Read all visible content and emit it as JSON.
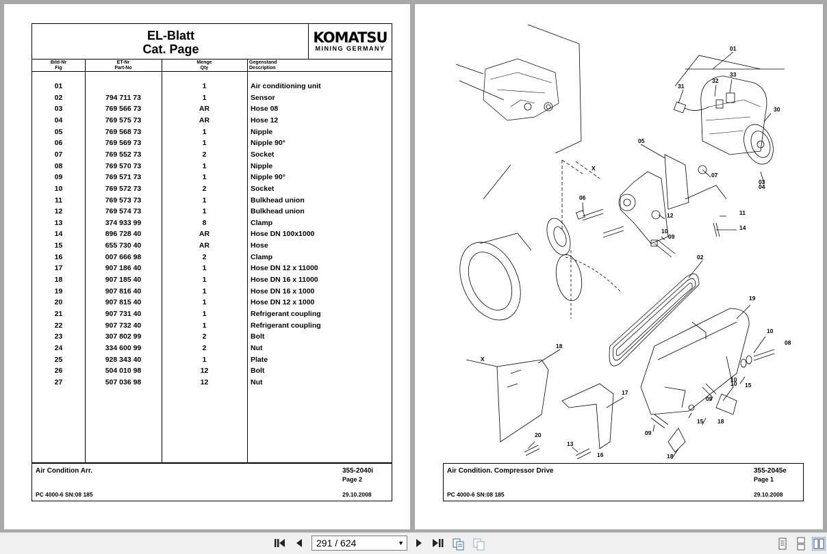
{
  "left_page": {
    "title_line1": "EL-Blatt",
    "title_line2": "Cat. Page",
    "logo": "KOMATSU",
    "logo_sub": "MINING GERMANY",
    "headers": {
      "fig_de": "Bild-Nr",
      "fig_en": "Fig",
      "part_de": "ET-Nr",
      "part_en": "Part-No",
      "qty_de": "Menge",
      "qty_en": "Qty",
      "desc_de": "Gegenstand",
      "desc_en": "Description"
    },
    "rows": [
      {
        "fig": "01",
        "part": "",
        "qty": "1",
        "desc": "Air conditioning unit"
      },
      {
        "fig": "02",
        "part": "794 711 73",
        "qty": "1",
        "desc": "Sensor"
      },
      {
        "fig": "03",
        "part": "769 566 73",
        "qty": "AR",
        "desc": "Hose 08"
      },
      {
        "fig": "04",
        "part": "769 575 73",
        "qty": "AR",
        "desc": "Hose 12"
      },
      {
        "fig": "05",
        "part": "769 568 73",
        "qty": "1",
        "desc": "Nipple"
      },
      {
        "fig": "06",
        "part": "769 569 73",
        "qty": "1",
        "desc": "Nipple 90°"
      },
      {
        "fig": "07",
        "part": "769 552 73",
        "qty": "2",
        "desc": "Socket"
      },
      {
        "fig": "08",
        "part": "769 570 73",
        "qty": "1",
        "desc": "Nipple"
      },
      {
        "fig": "09",
        "part": "769 571 73",
        "qty": "1",
        "desc": "Nipple 90°"
      },
      {
        "fig": "10",
        "part": "769 572 73",
        "qty": "2",
        "desc": "Socket"
      },
      {
        "fig": "11",
        "part": "769 573 73",
        "qty": "1",
        "desc": "Bulkhead union"
      },
      {
        "fig": "12",
        "part": "769 574 73",
        "qty": "1",
        "desc": "Bulkhead union"
      },
      {
        "fig": "13",
        "part": "374 933 99",
        "qty": "8",
        "desc": "Clamp"
      },
      {
        "fig": "14",
        "part": "896 728 40",
        "qty": "AR",
        "desc": "Hose DN 100x1000"
      },
      {
        "fig": "15",
        "part": "655 730 40",
        "qty": "AR",
        "desc": "Hose"
      },
      {
        "fig": "16",
        "part": "007 666 98",
        "qty": "2",
        "desc": "Clamp"
      },
      {
        "fig": "17",
        "part": "907 186 40",
        "qty": "1",
        "desc": "Hose DN 12 x 11000"
      },
      {
        "fig": "18",
        "part": "907 185 40",
        "qty": "1",
        "desc": "Hose DN 16 x 11000"
      },
      {
        "fig": "19",
        "part": "907 816 40",
        "qty": "1",
        "desc": "Hose DN 16 x 1000"
      },
      {
        "fig": "20",
        "part": "907 815 40",
        "qty": "1",
        "desc": "Hose DN 12 x 1000"
      },
      {
        "fig": "21",
        "part": "907 731 40",
        "qty": "1",
        "desc": "Refrigerant coupling"
      },
      {
        "fig": "22",
        "part": "907 732 40",
        "qty": "1",
        "desc": "Refrigerant coupling"
      },
      {
        "fig": "23",
        "part": "307 802 99",
        "qty": "2",
        "desc": "Bolt"
      },
      {
        "fig": "24",
        "part": "334 600 99",
        "qty": "2",
        "desc": "Nut"
      },
      {
        "fig": "25",
        "part": "928 343 40",
        "qty": "1",
        "desc": "Plate"
      },
      {
        "fig": "26",
        "part": "504 010 98",
        "qty": "12",
        "desc": "Bolt"
      },
      {
        "fig": "27",
        "part": "507 036 98",
        "qty": "12",
        "desc": "Nut"
      }
    ],
    "footer": {
      "title": "Air Condition Arr.",
      "doc_no": "355-2040i",
      "page": "Page 2",
      "model": "PC 4000-6 SN:08 185",
      "date": "29.10.2008"
    }
  },
  "right_page": {
    "callouts": [
      "01",
      "31",
      "32",
      "33",
      "30",
      "05",
      "07",
      "03",
      "04",
      "06",
      "12",
      "11",
      "14",
      "10",
      "09",
      "02",
      "19",
      "10",
      "08",
      "18",
      "10",
      "15",
      "17",
      "09",
      "10",
      "15",
      "18",
      "09",
      "20",
      "13",
      "16",
      "18",
      "X",
      "X"
    ],
    "footer": {
      "title": "Air Condition. Compressor Drive",
      "doc_no": "355-2045e",
      "page": "Page 1",
      "model": "PC 4000-6 SN:08 185",
      "date": "29.10.2008"
    }
  },
  "toolbar": {
    "page_indicator": "291 / 624",
    "icons": [
      "first-page-icon",
      "previous-page-icon",
      "next-page-icon",
      "last-page-icon",
      "copy-icon",
      "paste-icon",
      "single-page-view-icon",
      "continuous-view-icon",
      "two-page-view-icon"
    ]
  }
}
